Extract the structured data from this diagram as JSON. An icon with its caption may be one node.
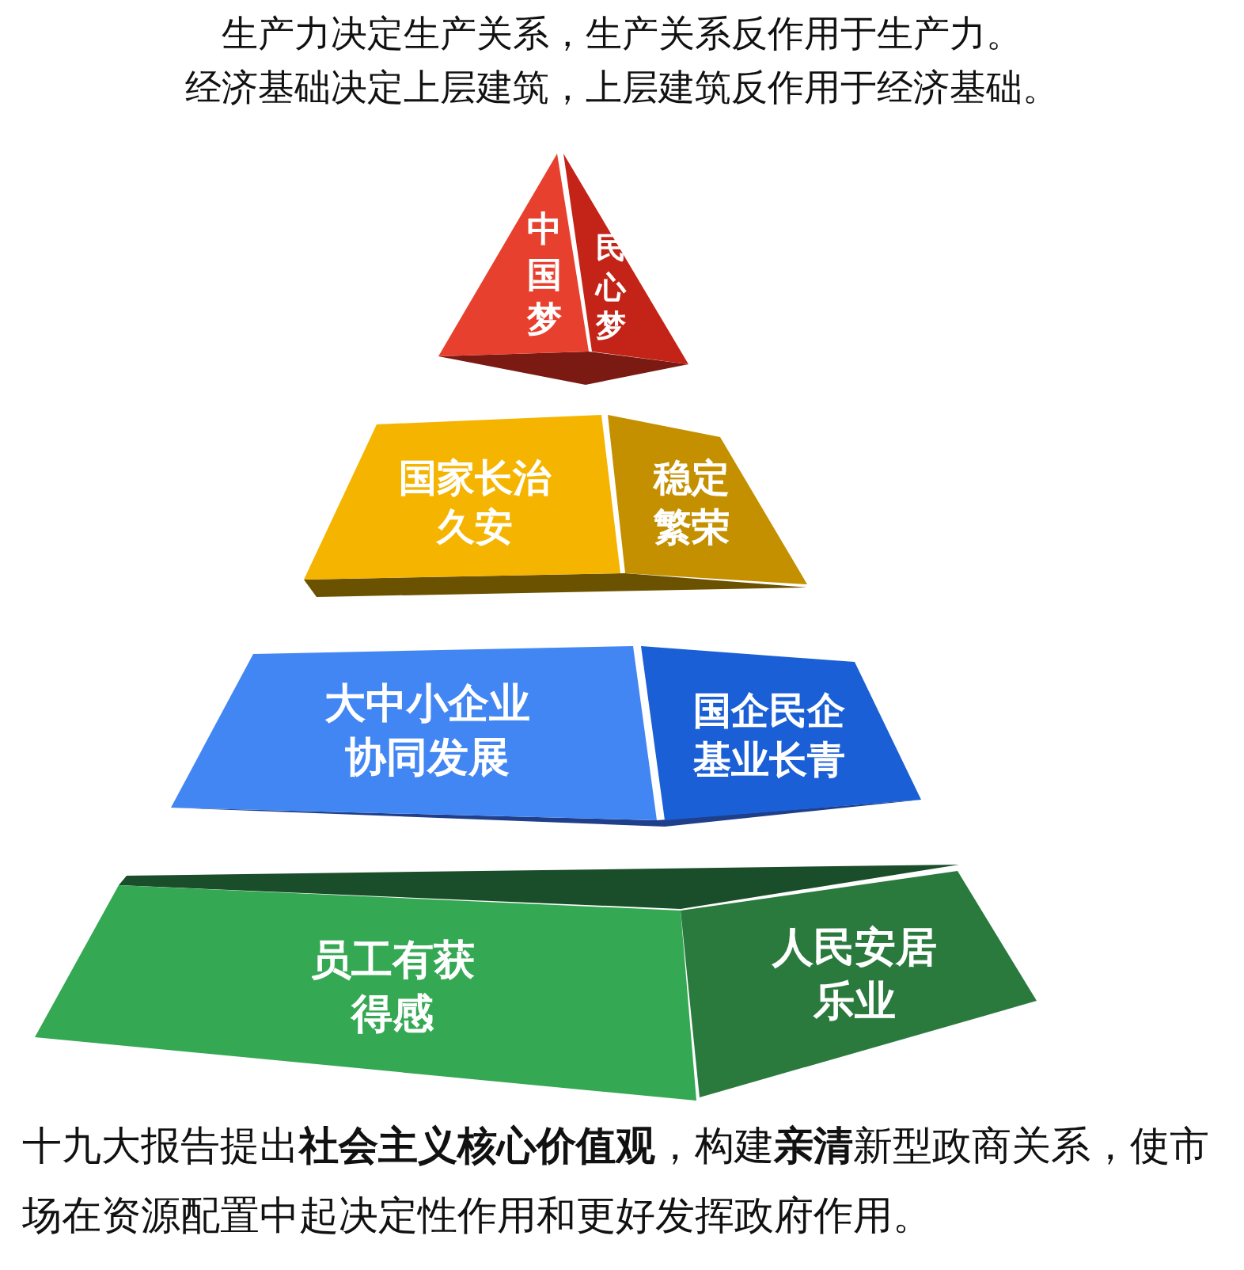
{
  "diagram": {
    "caption": "十九大报告提出**社会主义核心价值观**，构建**亲清**新型政商关系，使市场在资源配置中起决定性作用和更好发挥政府作用。",
    "nodes": [
      {
        "text": [
          "中国梦"
        ]
      },
      {
        "text": [
          "民心梦"
        ]
      },
      {
        "text": [
          "国家长治久安"
        ]
      },
      {
        "text": [
          "稳定繁荣"
        ]
      },
      {
        "text": [
          "大中小企业协同发展"
        ]
      },
      {
        "text": [
          "国企民企基业长青"
        ]
      },
      {
        "text": [
          "员工有获得感"
        ]
      },
      {
        "text": [
          "人民安居乐业"
        ]
      }
    ],
    "labels": [
      "生产力决定生产关系，生产关系反作用于生产力。",
      "经济基础决定上层建筑，上层建筑反作用于经济基础。"
    ]
  }
}
